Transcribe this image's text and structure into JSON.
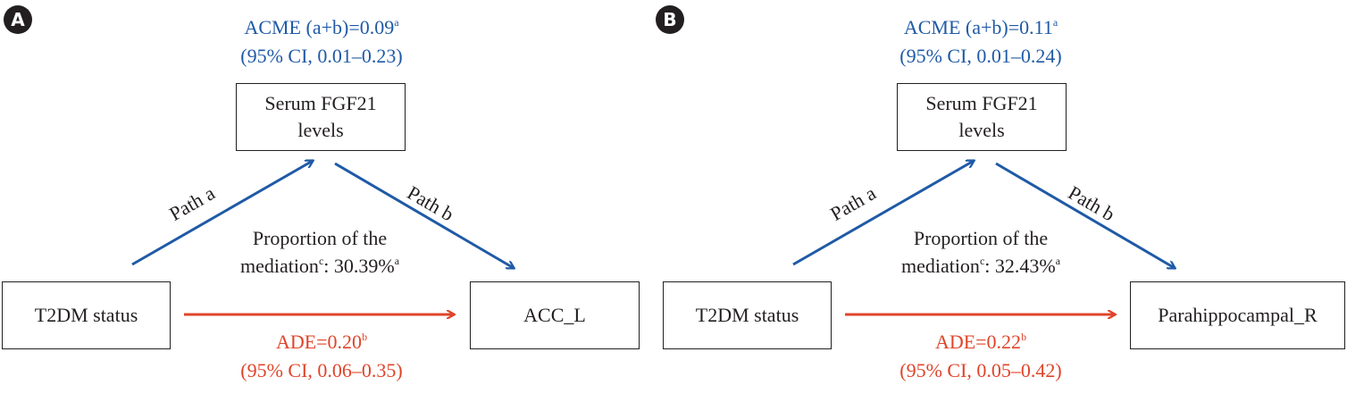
{
  "colors": {
    "mediator_path": "#1f5aa6",
    "direct_path": "#e0442a",
    "text": "#231f20"
  },
  "panels": [
    {
      "label": "A",
      "acme": "ACME (a+b)=0.09",
      "acme_sup": "a",
      "acme_ci": "(95% CI, 0.01–0.23)",
      "mediator": "Serum FGF21 levels",
      "path_a": "Path a",
      "path_b": "Path b",
      "proportion_line1": "Proportion of the",
      "proportion_pre": "mediation",
      "proportion_sup1": "c",
      "proportion_value": ": 30.39%",
      "proportion_sup2": "a",
      "exposure": "T2DM status",
      "outcome": "ACC_L",
      "ade": "ADE=0.20",
      "ade_sup": "b",
      "ade_ci": "(95% CI, 0.06–0.35)"
    },
    {
      "label": "B",
      "acme": "ACME (a+b)=0.11",
      "acme_sup": "a",
      "acme_ci": "(95% CI, 0.01–0.24)",
      "mediator": "Serum FGF21 levels",
      "path_a": "Path a",
      "path_b": "Path b",
      "proportion_line1": "Proportion of the",
      "proportion_pre": "mediation",
      "proportion_sup1": "c",
      "proportion_value": ": 32.43%",
      "proportion_sup2": "a",
      "exposure": "T2DM status",
      "outcome": "Parahippocampal_R",
      "ade": "ADE=0.22",
      "ade_sup": "b",
      "ade_ci": "(95% CI, 0.05–0.42)"
    }
  ]
}
